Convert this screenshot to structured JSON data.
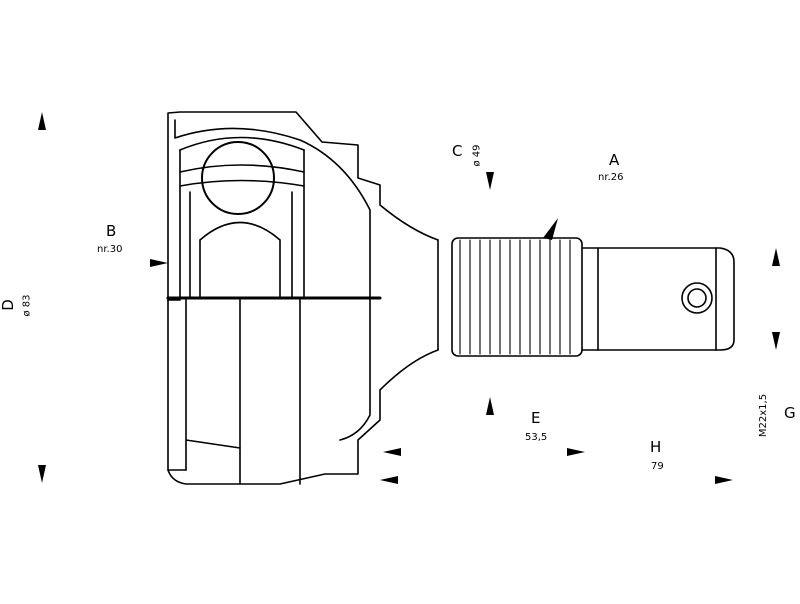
{
  "diagram": {
    "colors": {
      "ink": "#000000",
      "paper": "#ffffff"
    },
    "labels": {
      "A": {
        "letter": "A",
        "value": "nr.26"
      },
      "B": {
        "letter": "B",
        "value": "nr.30"
      },
      "C": {
        "letter": "C",
        "value": "ø 49"
      },
      "D": {
        "letter": "D",
        "value": "ø 83"
      },
      "E": {
        "letter": "E",
        "value": "53,5"
      },
      "G": {
        "letter": "G",
        "value": "M22x1,5"
      },
      "H": {
        "letter": "H",
        "value": "79"
      }
    }
  }
}
